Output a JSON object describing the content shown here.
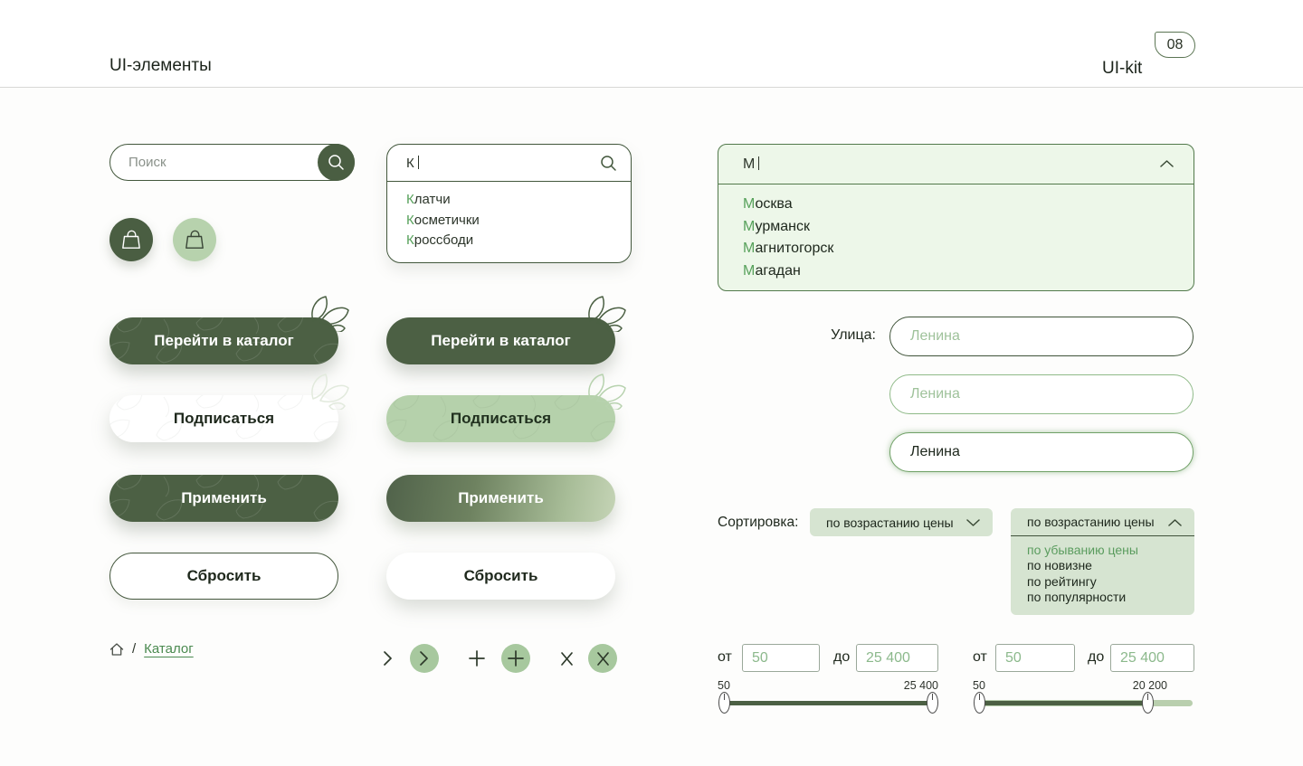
{
  "header": {
    "title": "UI-элементы",
    "kit": "UI-kit",
    "badge": "08"
  },
  "colors": {
    "dark_green": "#4c6044",
    "light_green": "#b5d1ab",
    "mint_panel": "#edf7e9",
    "dropdown_green": "#d6e4d1",
    "accent_green": "#57a15b",
    "link_green": "#4b8a50"
  },
  "icons": {
    "search": "magnifier",
    "bag": "shopping-bag",
    "home": "house",
    "chevron_right": "❯",
    "plus": "+",
    "close": "✕",
    "chevron_up": "^",
    "chevron_down": "v"
  },
  "buttons": {
    "catalog": "Перейти в каталог",
    "subscribe": "Подписаться",
    "apply": "Применить",
    "reset": "Сбросить"
  },
  "left": {
    "search_placeholder": "Поиск",
    "breadcrumb": {
      "separator": "/",
      "link": "Каталог"
    }
  },
  "middle": {
    "search_value": "К",
    "suggestions": [
      {
        "prefix": "К",
        "rest": "латчи"
      },
      {
        "prefix": "К",
        "rest": "осметички"
      },
      {
        "prefix": "К",
        "rest": "россбоди"
      }
    ]
  },
  "right": {
    "city": {
      "value": "М",
      "options": [
        {
          "prefix": "М",
          "rest": "осква"
        },
        {
          "prefix": "М",
          "rest": "урманск"
        },
        {
          "prefix": "М",
          "rest": "агнитогорск"
        },
        {
          "prefix": "М",
          "rest": "агадан"
        }
      ]
    },
    "street": {
      "label": "Улица:",
      "placeholder": "Ленина",
      "value": "Ленина"
    },
    "sorting": {
      "label": "Сортировка:",
      "selected": "по возрастанию цены",
      "options": [
        "по убыванию цены",
        "по новизне",
        "по рейтингу",
        "по популярности"
      ]
    },
    "price": {
      "from_label": "от",
      "to_label": "до",
      "from_value": "50",
      "to_value": "25 400",
      "sliders": [
        {
          "min_label": "50",
          "max_label": "25 400"
        },
        {
          "min_label": "50",
          "max_label": "20 200"
        }
      ]
    }
  }
}
